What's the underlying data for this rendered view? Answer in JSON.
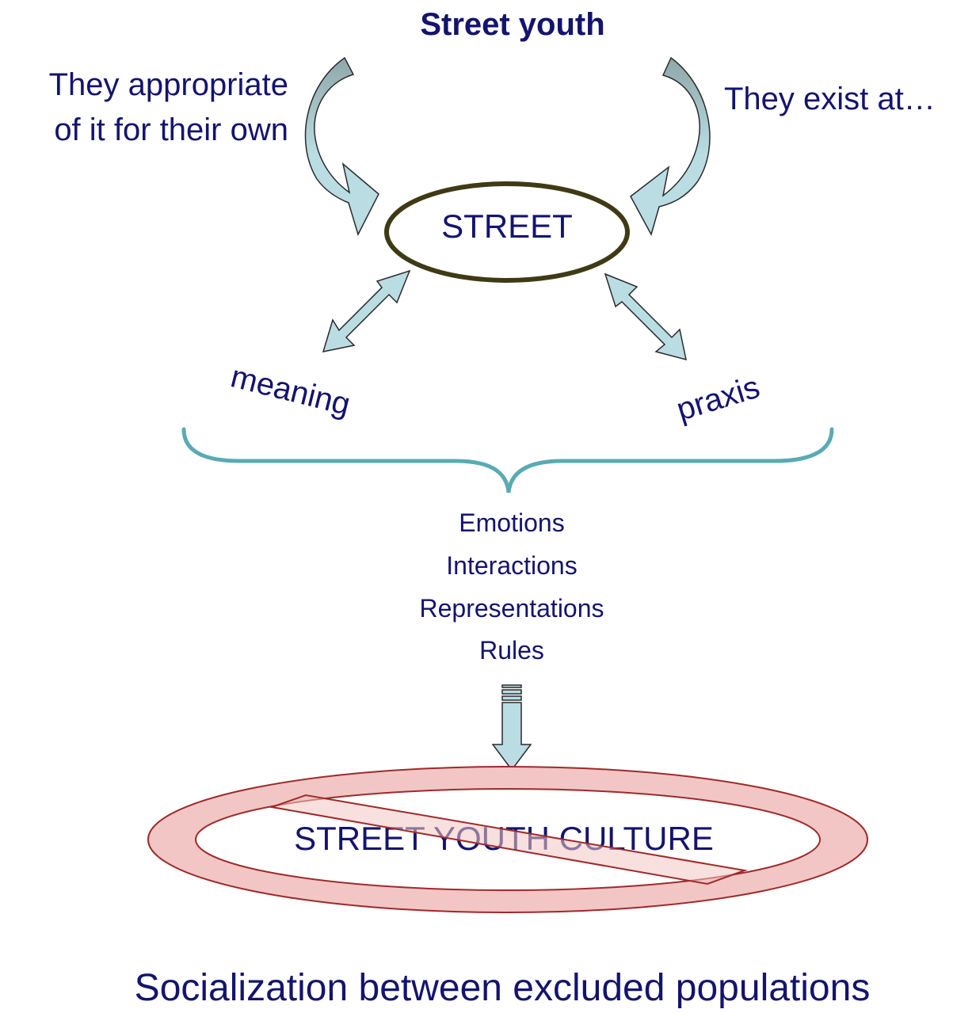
{
  "title": "Street youth",
  "left_label_lines": [
    "They appropriate",
    "of it for their own"
  ],
  "right_label": "They exist at…",
  "center_node": "STREET",
  "meaning_label": "meaning",
  "praxis_label": "praxis",
  "components": [
    "Emotions",
    "Interactions",
    "Representations",
    "Rules"
  ],
  "culture_node": "STREET YOUTH CULTURE",
  "footer": "Socialization between excluded populations",
  "colors": {
    "text": "#14146e",
    "arrow_fill": "#b9dde2",
    "arrow_gradient_dark": "#8fa7aa",
    "arrow_stroke": "#2a2a2a",
    "street_ellipse_stroke": "#3f3a16",
    "brace": "#5aaab3",
    "prohibition_fill": "#f2c6c4",
    "prohibition_stroke": "#9e2a2a"
  },
  "icons": [
    "curved-arrow",
    "double-arrow",
    "down-arrow",
    "curly-brace",
    "prohibition-sign"
  ]
}
